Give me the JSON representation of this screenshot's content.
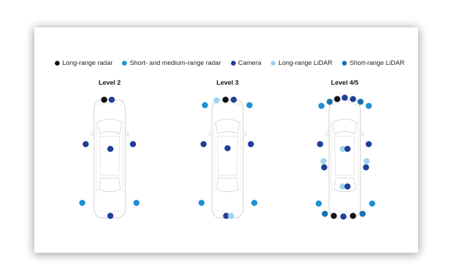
{
  "legend": [
    {
      "key": "long_range_radar",
      "label": "Long-range radar",
      "color": "#111111"
    },
    {
      "key": "short_medium_radar",
      "label": "Short- and medium-range radar",
      "color": "#1f8fd6"
    },
    {
      "key": "camera",
      "label": "Camera",
      "color": "#1f3f9a"
    },
    {
      "key": "long_range_lidar",
      "label": "Long-range LiDAR",
      "color": "#9fd4ef"
    },
    {
      "key": "short_range_lidar",
      "label": "Short-range LiDAR",
      "color": "#1a72b0"
    }
  ],
  "levels": [
    {
      "title": "Level 2"
    },
    {
      "title": "Level 3"
    },
    {
      "title": "Level 4/5"
    }
  ]
}
